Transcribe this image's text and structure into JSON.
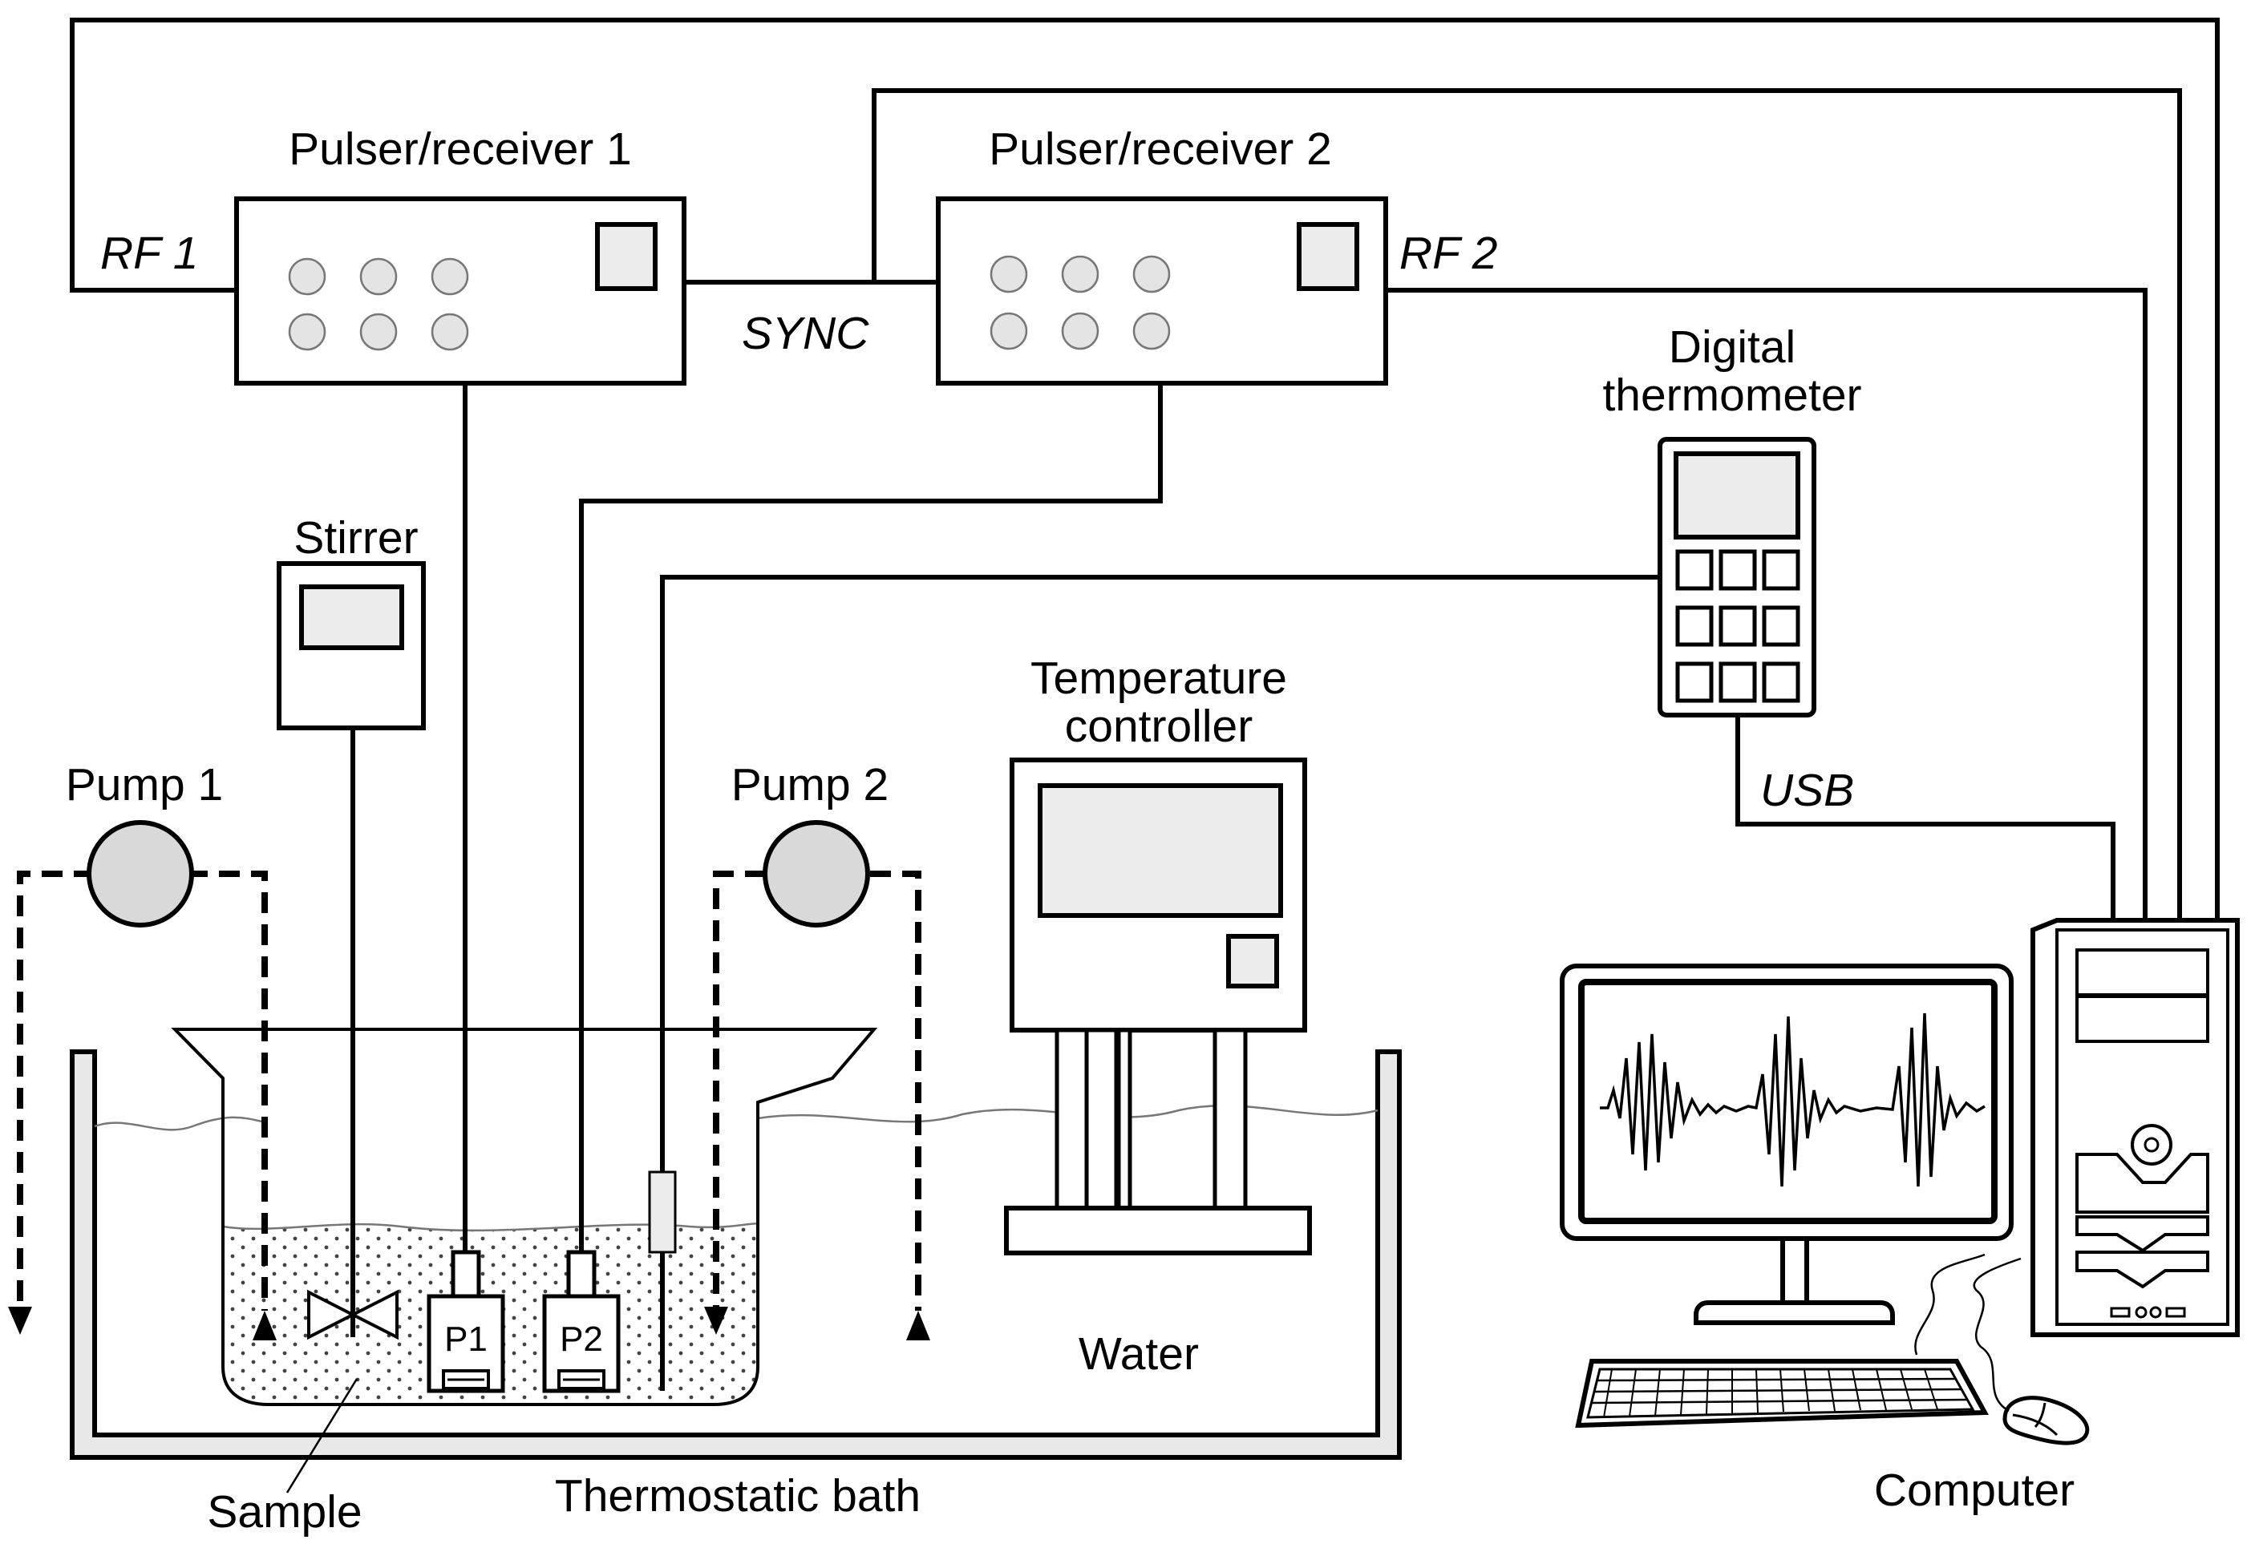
{
  "labels": {
    "pulser1": "Pulser/receiver 1",
    "pulser2": "Pulser/receiver 2",
    "rf1": "RF 1",
    "rf2": "RF 2",
    "sync": "SYNC",
    "thermometer_line1": "Digital",
    "thermometer_line2": "thermometer",
    "stirrer": "Stirrer",
    "temp_controller_line1": "Temperature",
    "temp_controller_line2": "controller",
    "pump1": "Pump 1",
    "pump2": "Pump 2",
    "usb": "USB",
    "probe1": "P1",
    "probe2": "P2",
    "water": "Water",
    "sample": "Sample",
    "bath": "Thermostatic bath",
    "computer": "Computer"
  },
  "icons": [
    "pulser-receiver-icon",
    "digital-thermometer-icon",
    "stirrer-icon",
    "temperature-controller-icon",
    "pump-icon",
    "transducer-probe-icon",
    "beaker-icon",
    "monitor-icon",
    "keyboard-icon",
    "mouse-icon",
    "computer-tower-icon"
  ]
}
